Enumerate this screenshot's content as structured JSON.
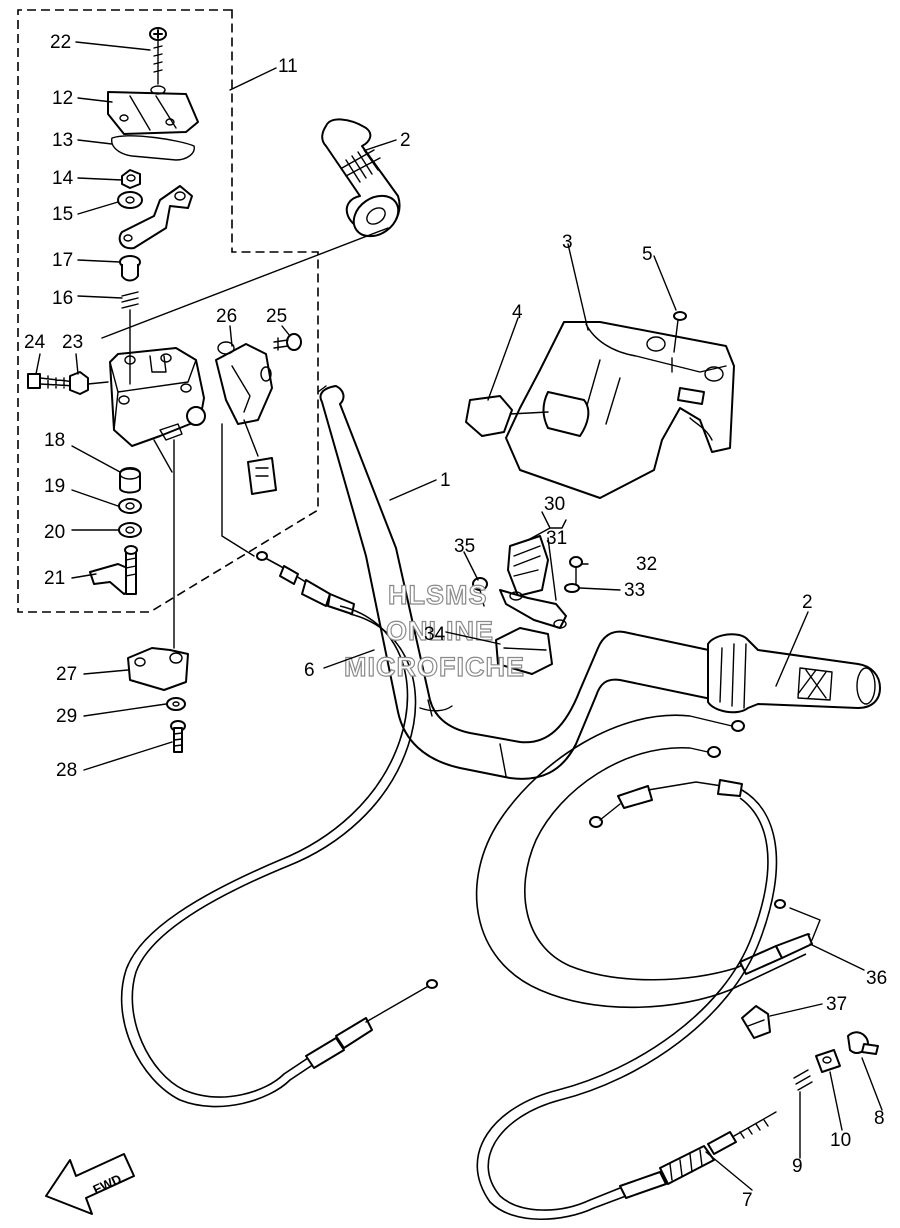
{
  "watermark": {
    "line1": "HLSMS",
    "line2": "ONLINE",
    "line3": "MICROFICHE"
  },
  "direction_label": "FWD",
  "callouts": {
    "c1": "1",
    "c2a": "2",
    "c2b": "2",
    "c3": "3",
    "c4": "4",
    "c5": "5",
    "c6": "6",
    "c7": "7",
    "c8": "8",
    "c9": "9",
    "c10": "10",
    "c11": "11",
    "c12": "12",
    "c13": "13",
    "c14": "14",
    "c15": "15",
    "c16": "16",
    "c17": "17",
    "c18": "18",
    "c19": "19",
    "c20": "20",
    "c21": "21",
    "c22": "22",
    "c23": "23",
    "c24": "24",
    "c25": "25",
    "c26": "26",
    "c27": "27",
    "c28": "28",
    "c29": "29",
    "c30": "30",
    "c31": "31",
    "c32": "32",
    "c33": "33",
    "c34": "34",
    "c35": "35",
    "c36": "36",
    "c37": "37"
  }
}
